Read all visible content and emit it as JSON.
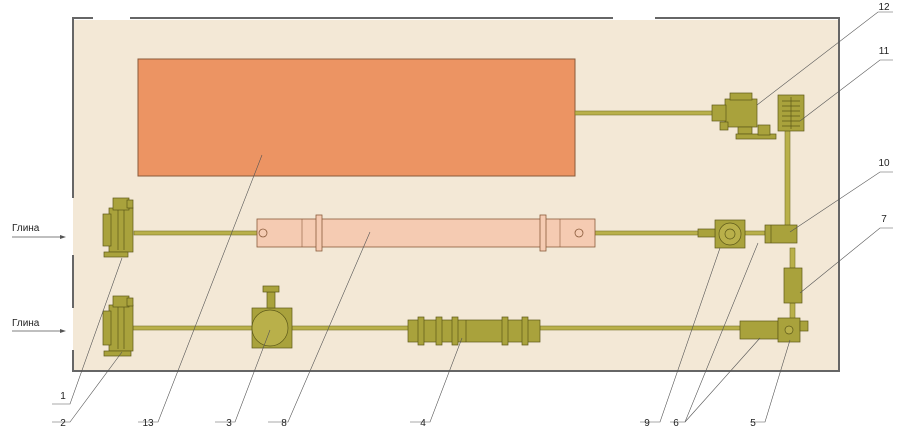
{
  "colors": {
    "floor": "#f3e8d6",
    "wall": "#666666",
    "machine": "#a9a23c",
    "machine_dark": "#6e6a22",
    "kiln": "#ec9463",
    "kiln_edge": "#8a5a3a",
    "dryer": "#f5cbb2",
    "pipe": "#b9b04a",
    "leader": "#555555"
  },
  "inputs": {
    "top": "Глина",
    "bottom": "Глина"
  },
  "labels": {
    "n1": "1",
    "n2": "2",
    "n3": "3",
    "n4": "4",
    "n5": "5",
    "n6": "6",
    "n7": "7",
    "n8": "8",
    "n9": "9",
    "n10": "10",
    "n11": "11",
    "n12": "12",
    "n13": "13"
  }
}
